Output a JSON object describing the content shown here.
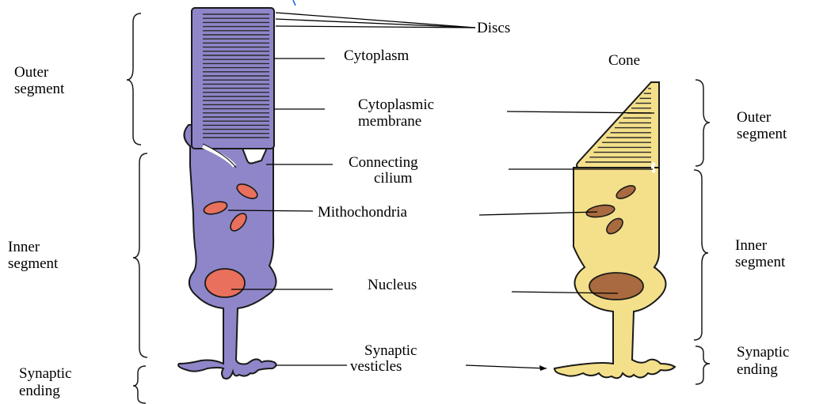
{
  "colors": {
    "rod_fill": "#8e86c9",
    "cone_fill": "#f4e08a",
    "rod_organelle": "#e8705c",
    "cone_organelle": "#a86a3e",
    "accent_blue": "#1f6fd1"
  },
  "labels": {
    "discs": "Discs",
    "cytoplasm": "Cytoplasm",
    "cytoplasmic_membrane": [
      "Cytoplasmic",
      "membrane"
    ],
    "connecting_cilium": [
      "Connecting",
      "cilium"
    ],
    "mitochondria": "Mithochondria",
    "nucleus": "Nucleus",
    "synaptic_vesicles": [
      "Synaptic",
      "vesticles"
    ],
    "cone": "Cone"
  },
  "rod_side_labels": {
    "outer_segment": [
      "Outer",
      "segment"
    ],
    "inner_segment": [
      "Inner",
      "segment"
    ],
    "synaptic_ending": [
      "Synaptic",
      "ending"
    ]
  },
  "cone_side_labels": {
    "outer_segment": [
      "Outer",
      "segment"
    ],
    "inner_segment": [
      "Inner",
      "segment"
    ],
    "synaptic_ending": [
      "Synaptic",
      "ending"
    ]
  }
}
